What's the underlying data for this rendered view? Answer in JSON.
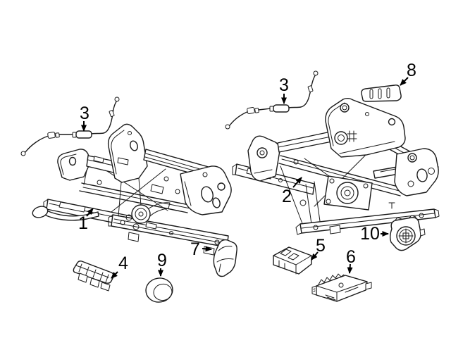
{
  "diagram": {
    "background_color": "#ffffff",
    "line_color": "#1a1a1a",
    "callout_color": "#000000",
    "callouts": [
      {
        "label": "1"
      },
      {
        "label": "2"
      },
      {
        "label": "3"
      },
      {
        "label": "3"
      },
      {
        "label": "4"
      },
      {
        "label": "5"
      },
      {
        "label": "6"
      },
      {
        "label": "7"
      },
      {
        "label": "8"
      },
      {
        "label": "9"
      },
      {
        "label": "10"
      }
    ]
  }
}
